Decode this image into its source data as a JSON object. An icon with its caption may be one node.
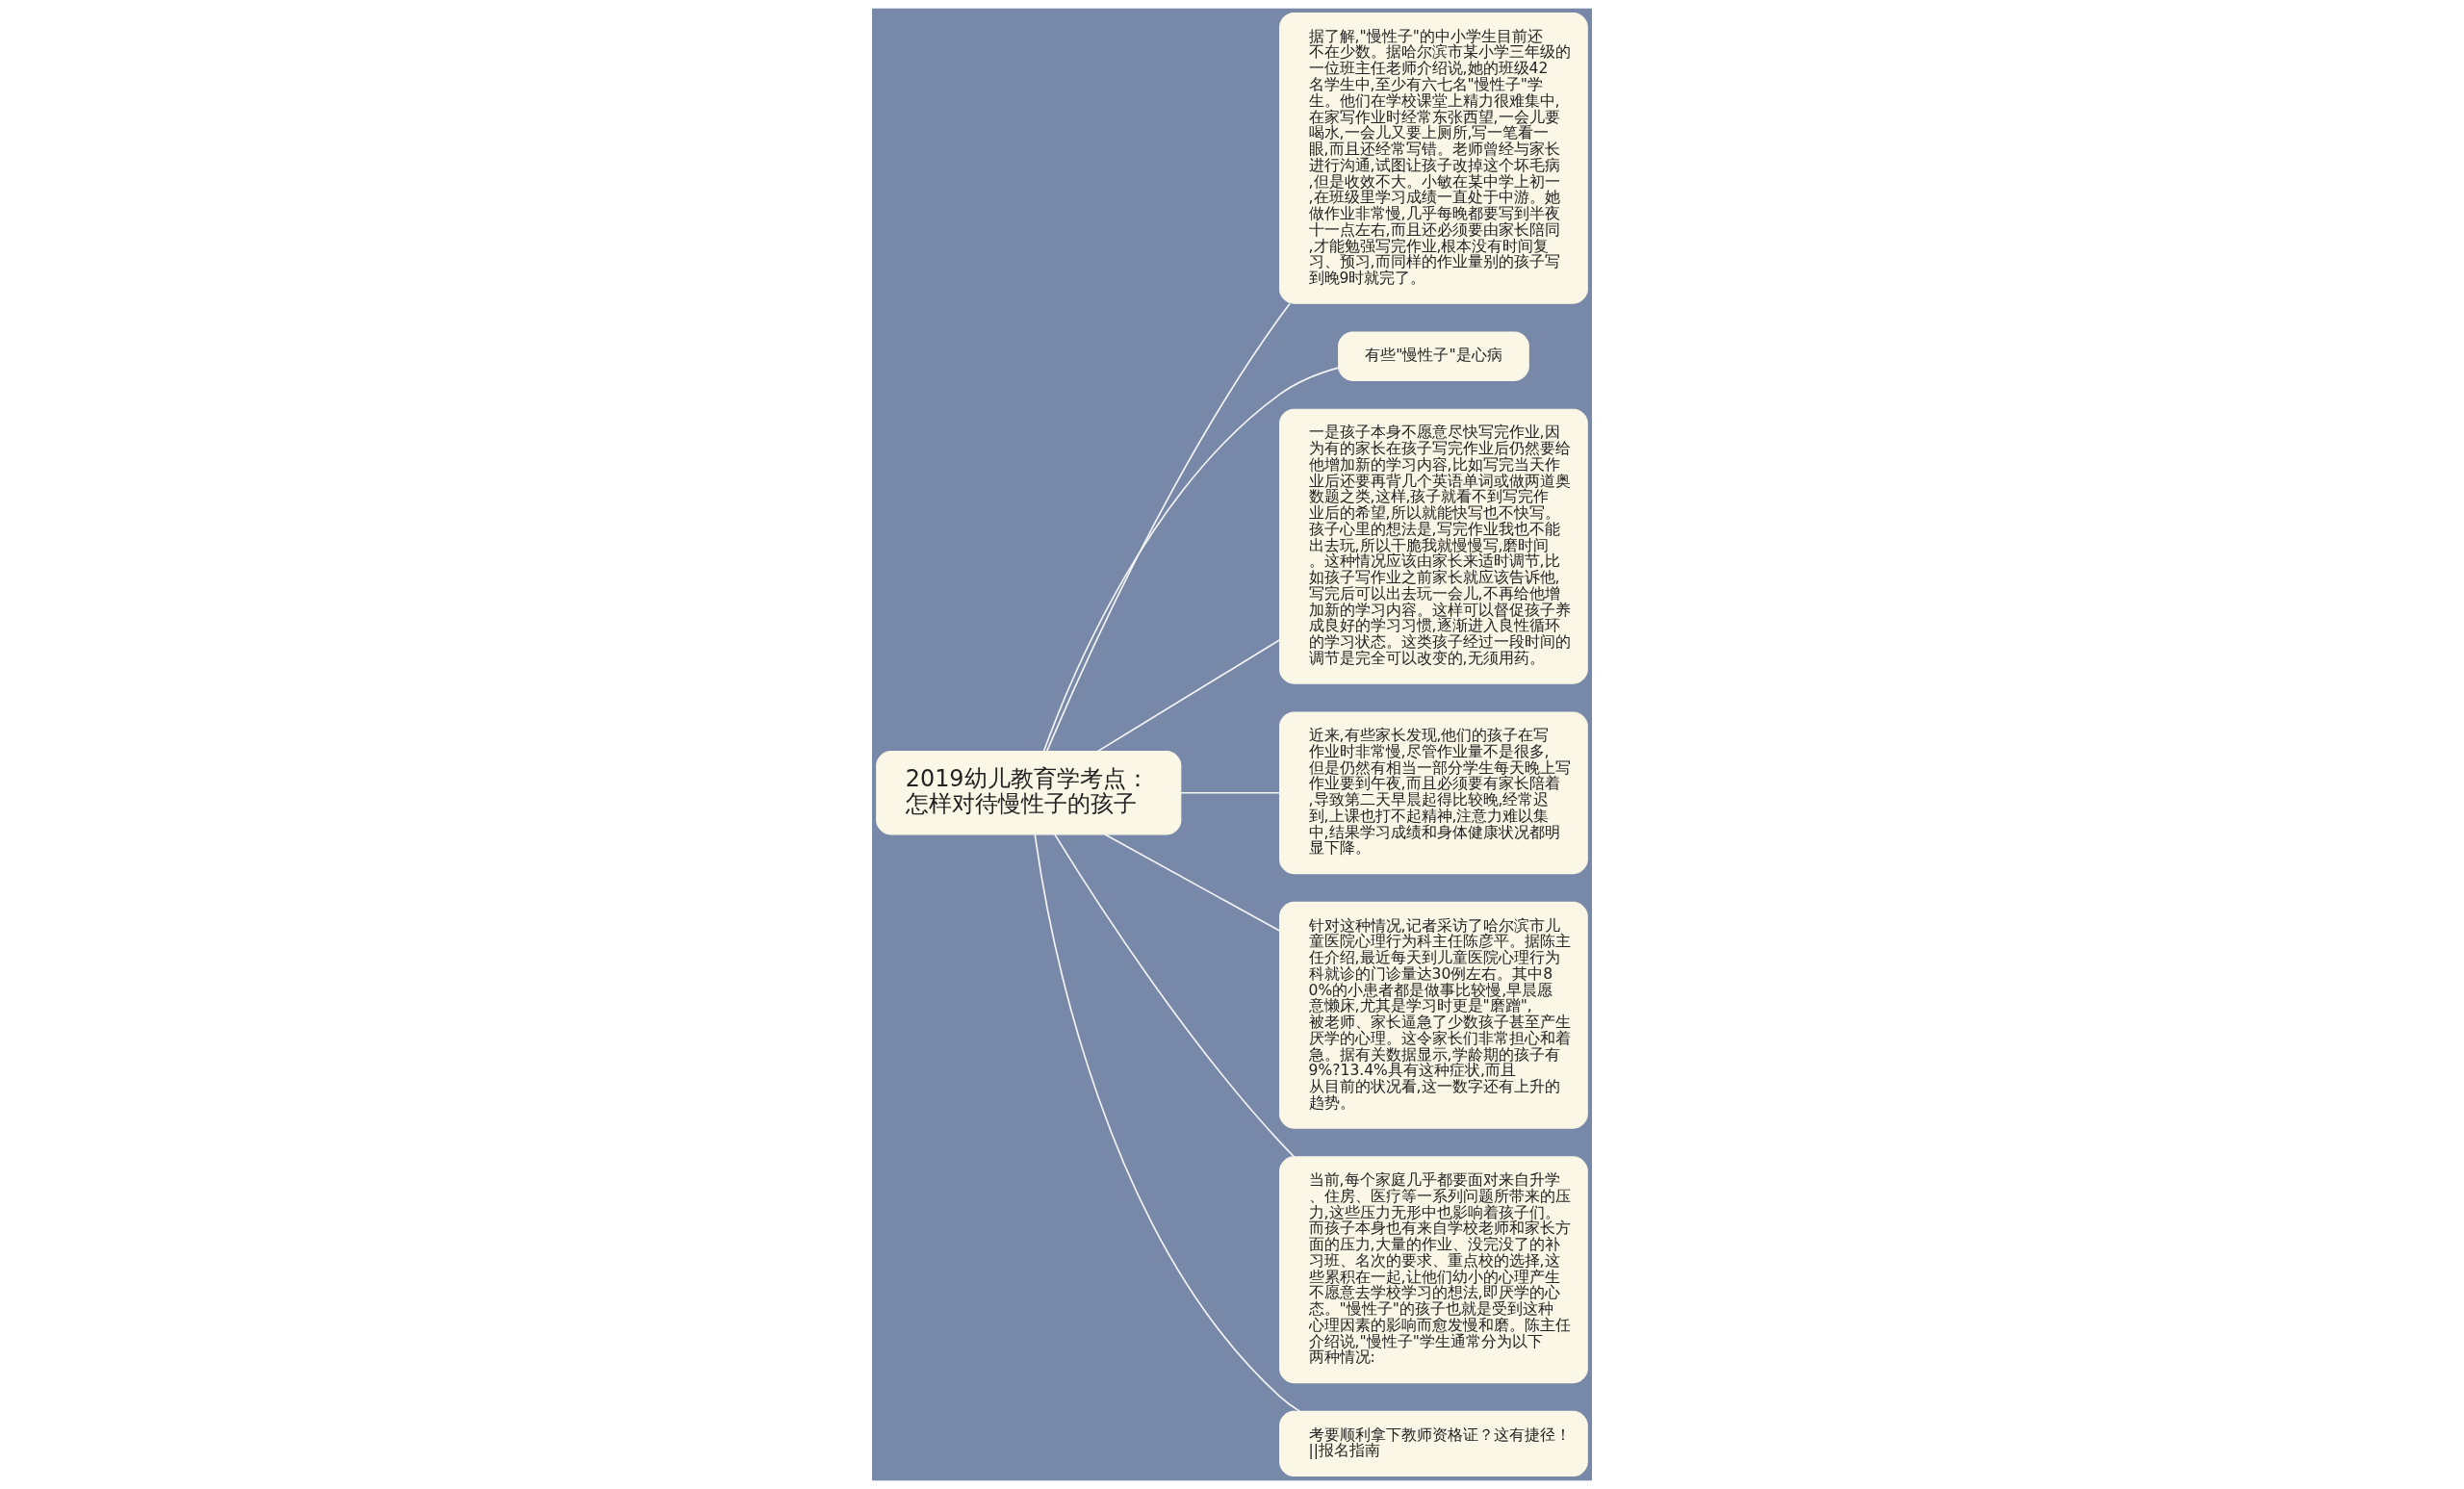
{
  "diagram": {
    "nodes": [
      {
        "text": [
          "2019幼儿教育学考点：怎样对待慢性子的孩子"
        ]
      },
      {
        "text": [
          "据了解,\"慢性子\"的中小学生目前还不在少数。据哈尔滨市某小学三年级的一位班主任老师介绍说,她的班级42名学生中,至少有六七名\"慢性子\"学生。他们在学校课堂上精力很难集中,在家写作业时经常东张西望,一会儿要喝水,一会儿又要上厕所,写一笔看一眼,而且还经常写错。老师曾经与家长进行沟通,试图让孩子改掉这个坏毛病,但是收效不大。小敏在某中学上初一,在班级里学习成绩一直处于中游。她做作业非常慢,几乎每晚都要写到半夜十一点左右,而且还必须要由家长陪同,才能勉强写完作业,根本没有时间复习、预习,而同样的作业量别的孩子写到晚9时就完了。"
        ]
      },
      {
        "text": [
          "有些\"慢性子\"是心病"
        ]
      },
      {
        "text": [
          "一是孩子本身不愿意尽快写完作业,因为有的家长在孩子写完作业后仍然要给他增加新的学习内容,比如写完当天作业后还要再背几个英语单词或做两道奥数题之类,这样,孩子就看不到写完作业后的希望,所以就能快写也不快写。孩子心里的想法是,写完作业我也不能出去玩,所以干脆我就慢慢写,磨时间。这种情况应该由家长来适时调节,比如孩子写作业之前家长就应该告诉他,写完后可以出去玩一会儿,不再给他增加新的学习内容。这样可以督促孩子养成良好的学习习惯,逐渐进入良性循环的学习状态。这类孩子经过一段时间的调节是完全可以改变的,无须用药。"
        ]
      },
      {
        "text": [
          "近来,有些家长发现,他们的孩子在写作业时非常慢,尽管作业量不是很多,但是仍然有相当一部分学生每天晚上写作业要到午夜,而且必须要有家长陪着,导致第二天早晨起得比较晚,经常迟到,上课也打不起精神,注意力难以集中,结果学习成绩和身体健康状况都明显下降。"
        ]
      },
      {
        "text": [
          "针对这种情况,记者采访了哈尔滨市儿童医院心理行为科主任陈彦平。据陈主任介绍,最近每天到儿童医院心理行为科就诊的门诊量达30例左右。其中80%的小患者都是做事比较慢,早晨愿意懒床,尤其是学习时更是\"磨蹭\",被老师、家长逼急了少数孩子甚至产生厌学的心理。这令家长们非常担心和着急。据有关数据显示,学龄期的孩子有9%?13.4%具有这种症状,而且从目前的状况看,这一数字还有上升的趋势。"
        ]
      },
      {
        "text": [
          "当前,每个家庭几乎都要面对来自升学、住房、医疗等一系列问题所带来的压力,这些压力无形中也影响着孩子们。而孩子本身也有来自学校老师和家长方面的压力,大量的作业、没完没了的补习班、名次的要求、重点校的选择,这些累积在一起,让他们幼小的心理产生不愿意去学校学习的想法,即厌学的心态。\"慢性子\"的孩子也就是受到这种心理因素的影响而愈发慢和磨。陈主任介绍说,\"慢性子\"学生通常分为以下两种情况:"
        ]
      },
      {
        "text": [
          "考要顺利拿下教师资格证？这有捷径！||报名指南"
        ]
      }
    ],
    "edges": [
      {
        "from": 0,
        "to": 1,
        "arrow": "none"
      },
      {
        "from": 0,
        "to": 2,
        "arrow": "none"
      },
      {
        "from": 0,
        "to": 3,
        "arrow": "none"
      },
      {
        "from": 0,
        "to": 4,
        "arrow": "none"
      },
      {
        "from": 0,
        "to": 5,
        "arrow": "none"
      },
      {
        "from": 0,
        "to": 6,
        "arrow": "none"
      },
      {
        "from": 0,
        "to": 7,
        "arrow": "none"
      }
    ]
  }
}
